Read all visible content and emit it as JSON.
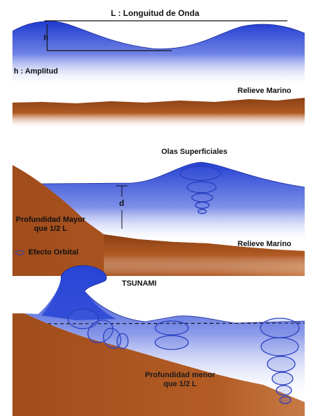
{
  "panel_top": {
    "wavelength_label": "L : Longuitud de Onda",
    "amplitude_symbol": "h",
    "amplitude_label": "h : Amplitud",
    "seabed_label": "Relieve Marino"
  },
  "panel_middle": {
    "surface_waves_label": "Olas Superficiales",
    "depth_symbol": "d",
    "depth_label_line1": "Profundidad Mayor",
    "depth_label_line2": "que 1/2 L",
    "legend_label": "Efecto Orbital",
    "seabed_label": "Relieve Marino"
  },
  "panel_bottom": {
    "tsunami_label": "TSUNAMI",
    "depth_label_line1": "Profundidad menor",
    "depth_label_line2": "que 1/2 L"
  },
  "colors": {
    "water_deep": "#1f3bd0",
    "water_light": "#ffffff",
    "seabed": "#a8521e",
    "orbit": "#2a3fbf"
  }
}
